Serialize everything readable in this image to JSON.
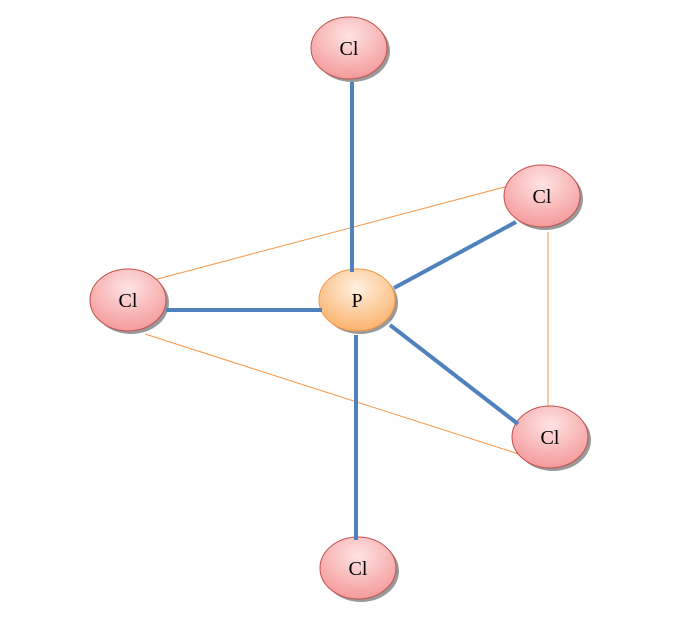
{
  "title": "PCl5 trigonal bipyramidal structure",
  "central_atom": {
    "label": "P",
    "color": "#fbbf86"
  },
  "ligands": [
    {
      "label": "Cl",
      "position": "axial-top"
    },
    {
      "label": "Cl",
      "position": "equatorial-upper-right"
    },
    {
      "label": "Cl",
      "position": "equatorial-left"
    },
    {
      "label": "Cl",
      "position": "equatorial-lower-right"
    },
    {
      "label": "Cl",
      "position": "axial-bottom"
    }
  ],
  "colors": {
    "bond": "#4f81bd",
    "plane_line": "#f79646",
    "ligand_fill": "#f9b0b0",
    "ligand_stroke": "#c0504d"
  }
}
